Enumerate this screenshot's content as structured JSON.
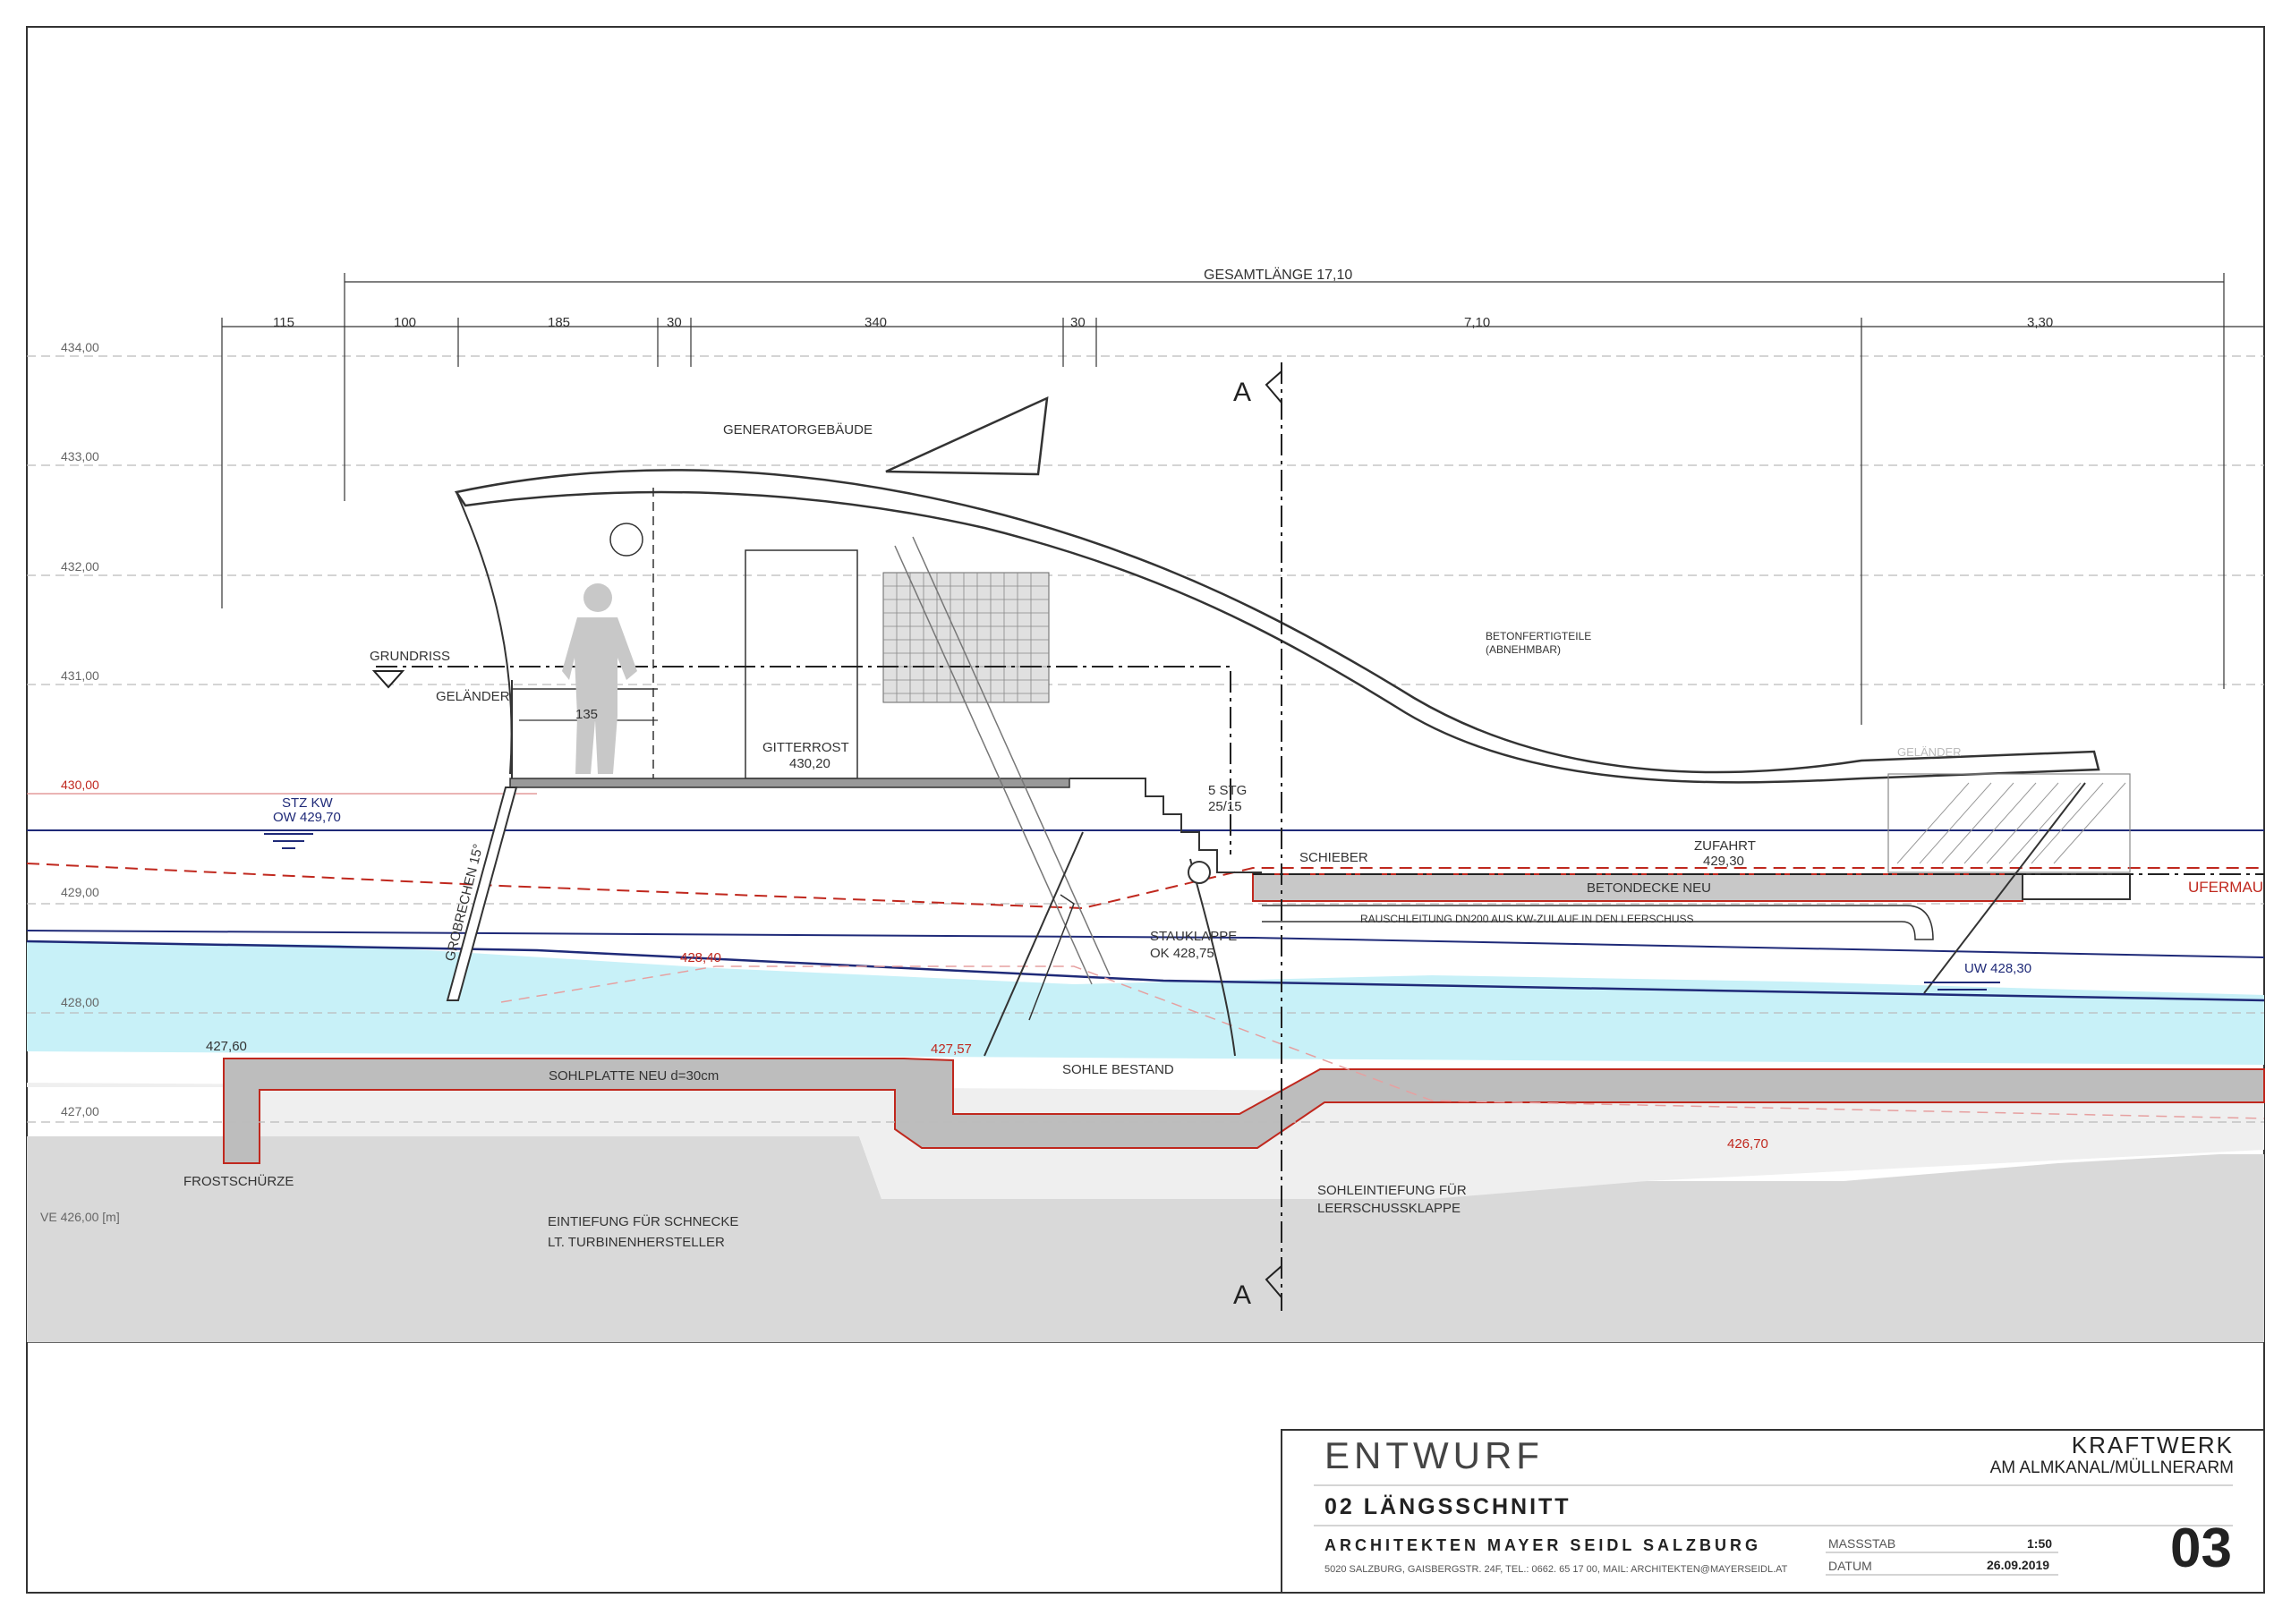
{
  "colors": {
    "water": "#c8f1f8",
    "soil": "#d9d9d9",
    "concrete": "#bdbdbd",
    "red": "#c0281e",
    "blue": "#1f2a78",
    "line": "#333333"
  },
  "section_marker": "A",
  "dimensions": {
    "total": "GESAMTLÄNGE  17,10",
    "segments": [
      "115",
      "100",
      "185",
      "30",
      "340",
      "30",
      "7,10",
      "3,30"
    ]
  },
  "elevations": [
    "434,00",
    "433,00",
    "432,00",
    "431,00",
    "430,00",
    "429,00",
    "428,00",
    "427,00",
    "VE 426,00 [m]"
  ],
  "labels": {
    "generatorgebaeude": "GENERATORGEBÄUDE",
    "grundriss": "GRUNDRISS",
    "gelaender": "GELÄNDER",
    "gelaender_right": "GELÄNDER",
    "dim_135": "135",
    "gitterrost": "GITTERROST",
    "gitterrost_elev": "430,20",
    "stg": "5 STG",
    "stg_size": "25/15",
    "stz": "STZ KW",
    "ow": "OW 429,70",
    "grobrechen": "GROBRECHEN 15°",
    "schieber": "SCHIEBER",
    "zufahrt": "ZUFAHRT",
    "zufahrt_elev": "429,30",
    "betondecke": "BETONDECKE NEU",
    "ufermauer": "UFERMAU",
    "rauschleitung": "RAUSCHLEITUNG DN200 AUS KW-ZULAUF IN DEN LEERSCHUSS",
    "stauklappe": "STAUKLAPPE",
    "stauklappe_ok": "OK 428,75",
    "uw": "UW 428,30",
    "e42840": "428,40",
    "e42760": "427,60",
    "e42757": "427,57",
    "sohle_bestand": "SOHLE BESTAND",
    "sohlplatte": "SOHLPLATTE NEU d=30cm",
    "e42670": "426,70",
    "frostschuerze": "FROSTSCHÜRZE",
    "sohleintiefung_1": "SOHLEINTIEFUNG FÜR",
    "sohleintiefung_2": "LEERSCHUSSKLAPPE",
    "eintiefung_1": "EINTIEFUNG FÜR SCHNECKE",
    "eintiefung_2": "LT. TURBINENHERSTELLER",
    "betonfertigteile_1": "BETONFERTIGTEILE",
    "betonfertigteile_2": "(ABNEHMBAR)"
  },
  "title_block": {
    "status": "ENTWURF",
    "project_line1": "KRAFTWERK",
    "project_line2": "AM ALMKANAL/MÜLLNERARM",
    "drawing_title": "02 LÄNGSSCHNITT",
    "office": "ARCHITEKTEN MAYER SEIDL SALZBURG",
    "address": "5020 SALZBURG, GAISBERGSTR. 24F, TEL.: 0662. 65 17 00, MAIL: ARCHITEKTEN@MAYERSEIDL.AT",
    "scale_label": "MASSSTAB",
    "scale_value": "1:50",
    "date_label": "DATUM",
    "date_value": "26.09.2019",
    "sheet_number": "03"
  }
}
